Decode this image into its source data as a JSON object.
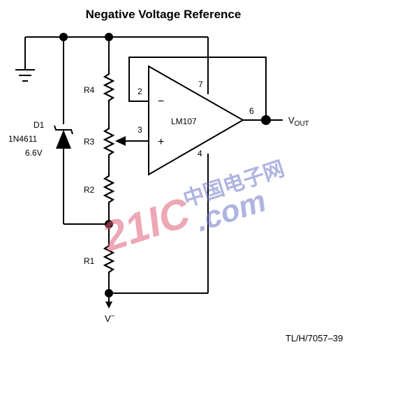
{
  "title": "Negative Voltage Reference",
  "components": {
    "d1": {
      "ref": "D1",
      "part": "1N4611",
      "voltage": "6.6V"
    },
    "r1": "R1",
    "r2": "R2",
    "r3": "R3",
    "r4": "R4",
    "opamp": "LM107"
  },
  "pins": {
    "p2": "2",
    "p3": "3",
    "p4": "4",
    "p6": "6",
    "p7": "7",
    "minus": "−",
    "plus": "+"
  },
  "nets": {
    "vout_main": "V",
    "vout_sub": "OUT",
    "vminus_main": "V",
    "vminus_sup": "−"
  },
  "figure_ref": "TL/H/7057–39",
  "watermark": {
    "cn": "中国电子网",
    "num": "21IC",
    "dotcom": ".com"
  }
}
